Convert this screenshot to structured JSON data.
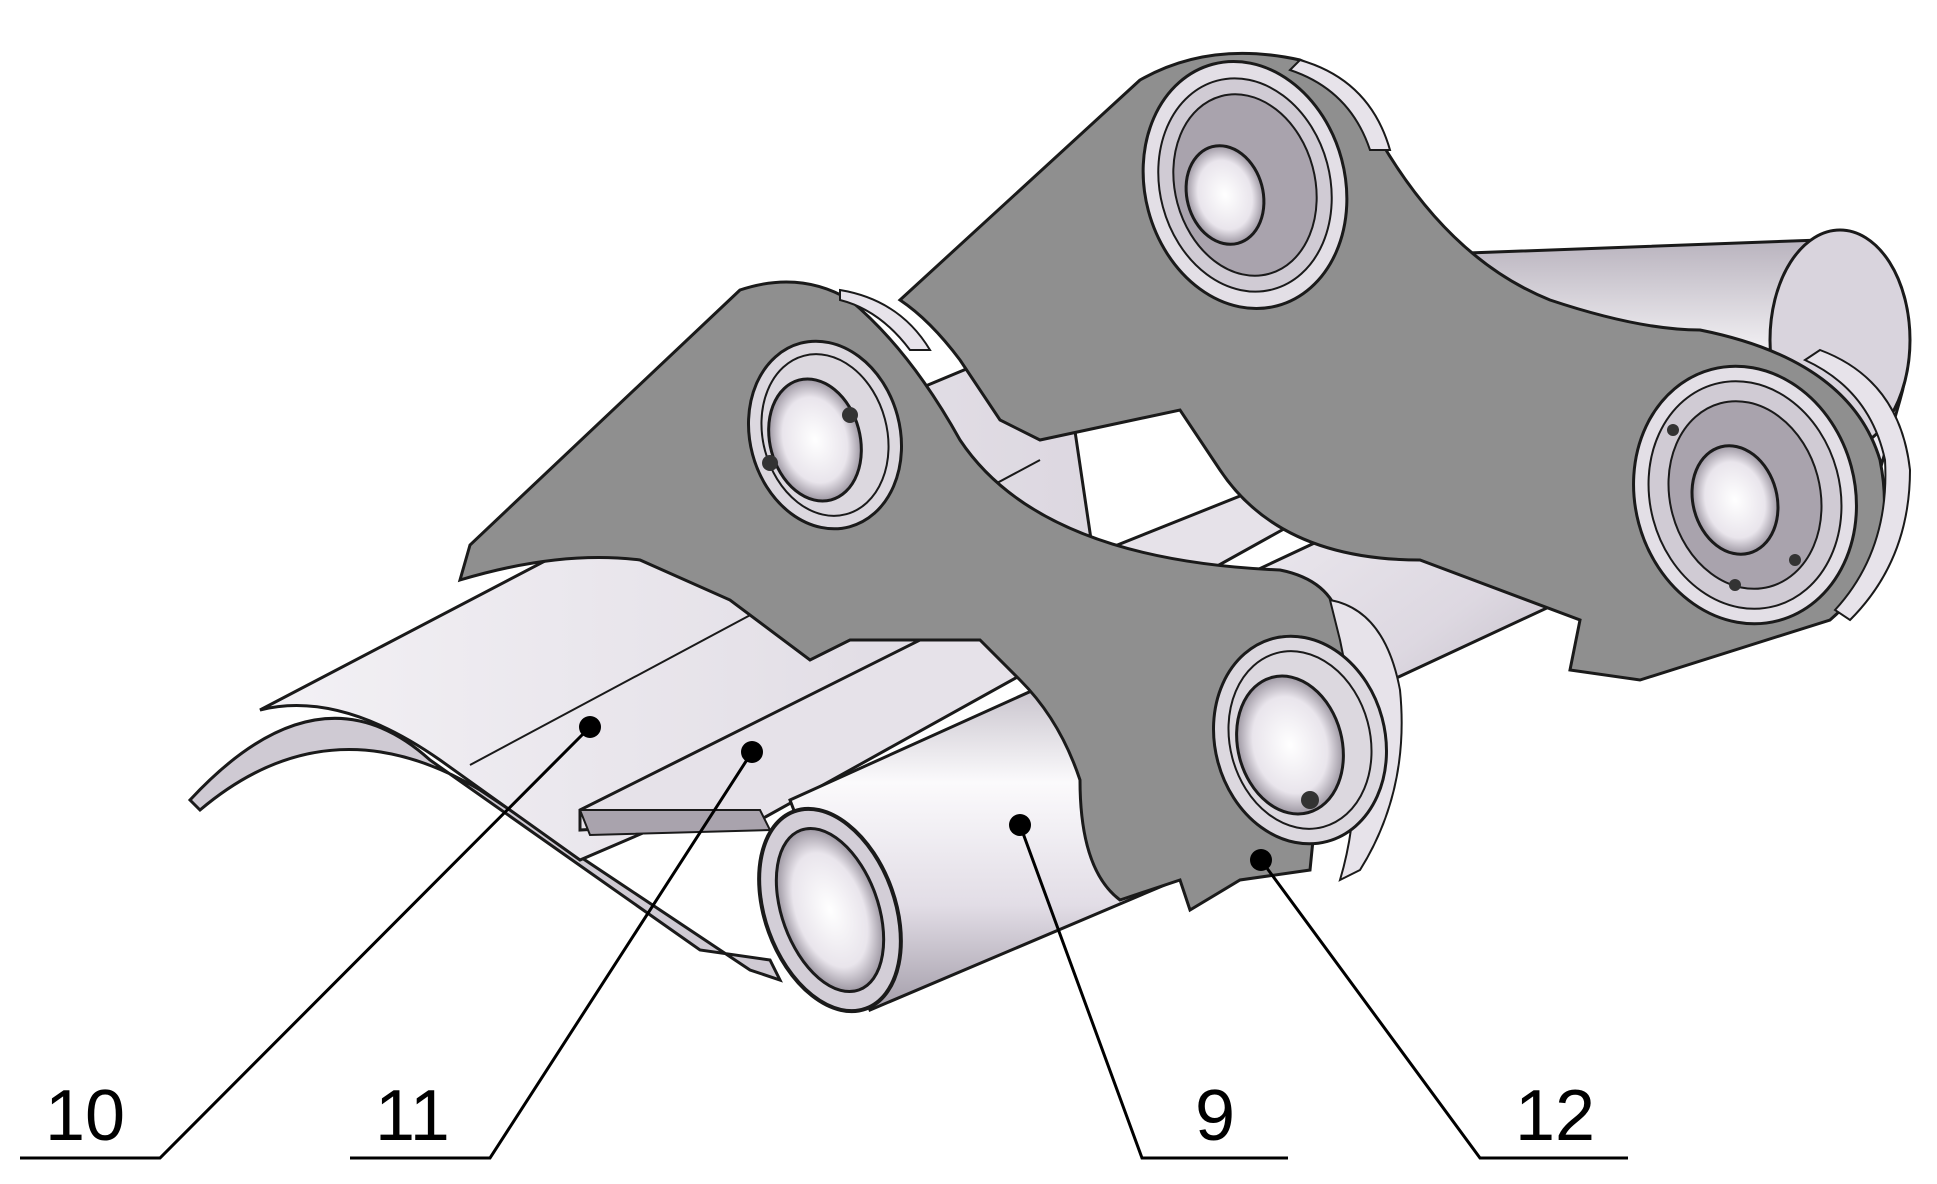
{
  "callouts": [
    {
      "id": "label-10",
      "text": "10"
    },
    {
      "id": "label-11",
      "text": "11"
    },
    {
      "id": "label-9",
      "text": "9"
    },
    {
      "id": "label-12",
      "text": "12"
    }
  ],
  "colors": {
    "plate": "#8f8f8f",
    "plate_dark": "#6f6f6f",
    "metal_light": "#f4f2f6",
    "metal_mid": "#d8d3dc",
    "metal_dark": "#a9a3ad",
    "outline": "#1a1a1a",
    "leader": "#000000"
  }
}
